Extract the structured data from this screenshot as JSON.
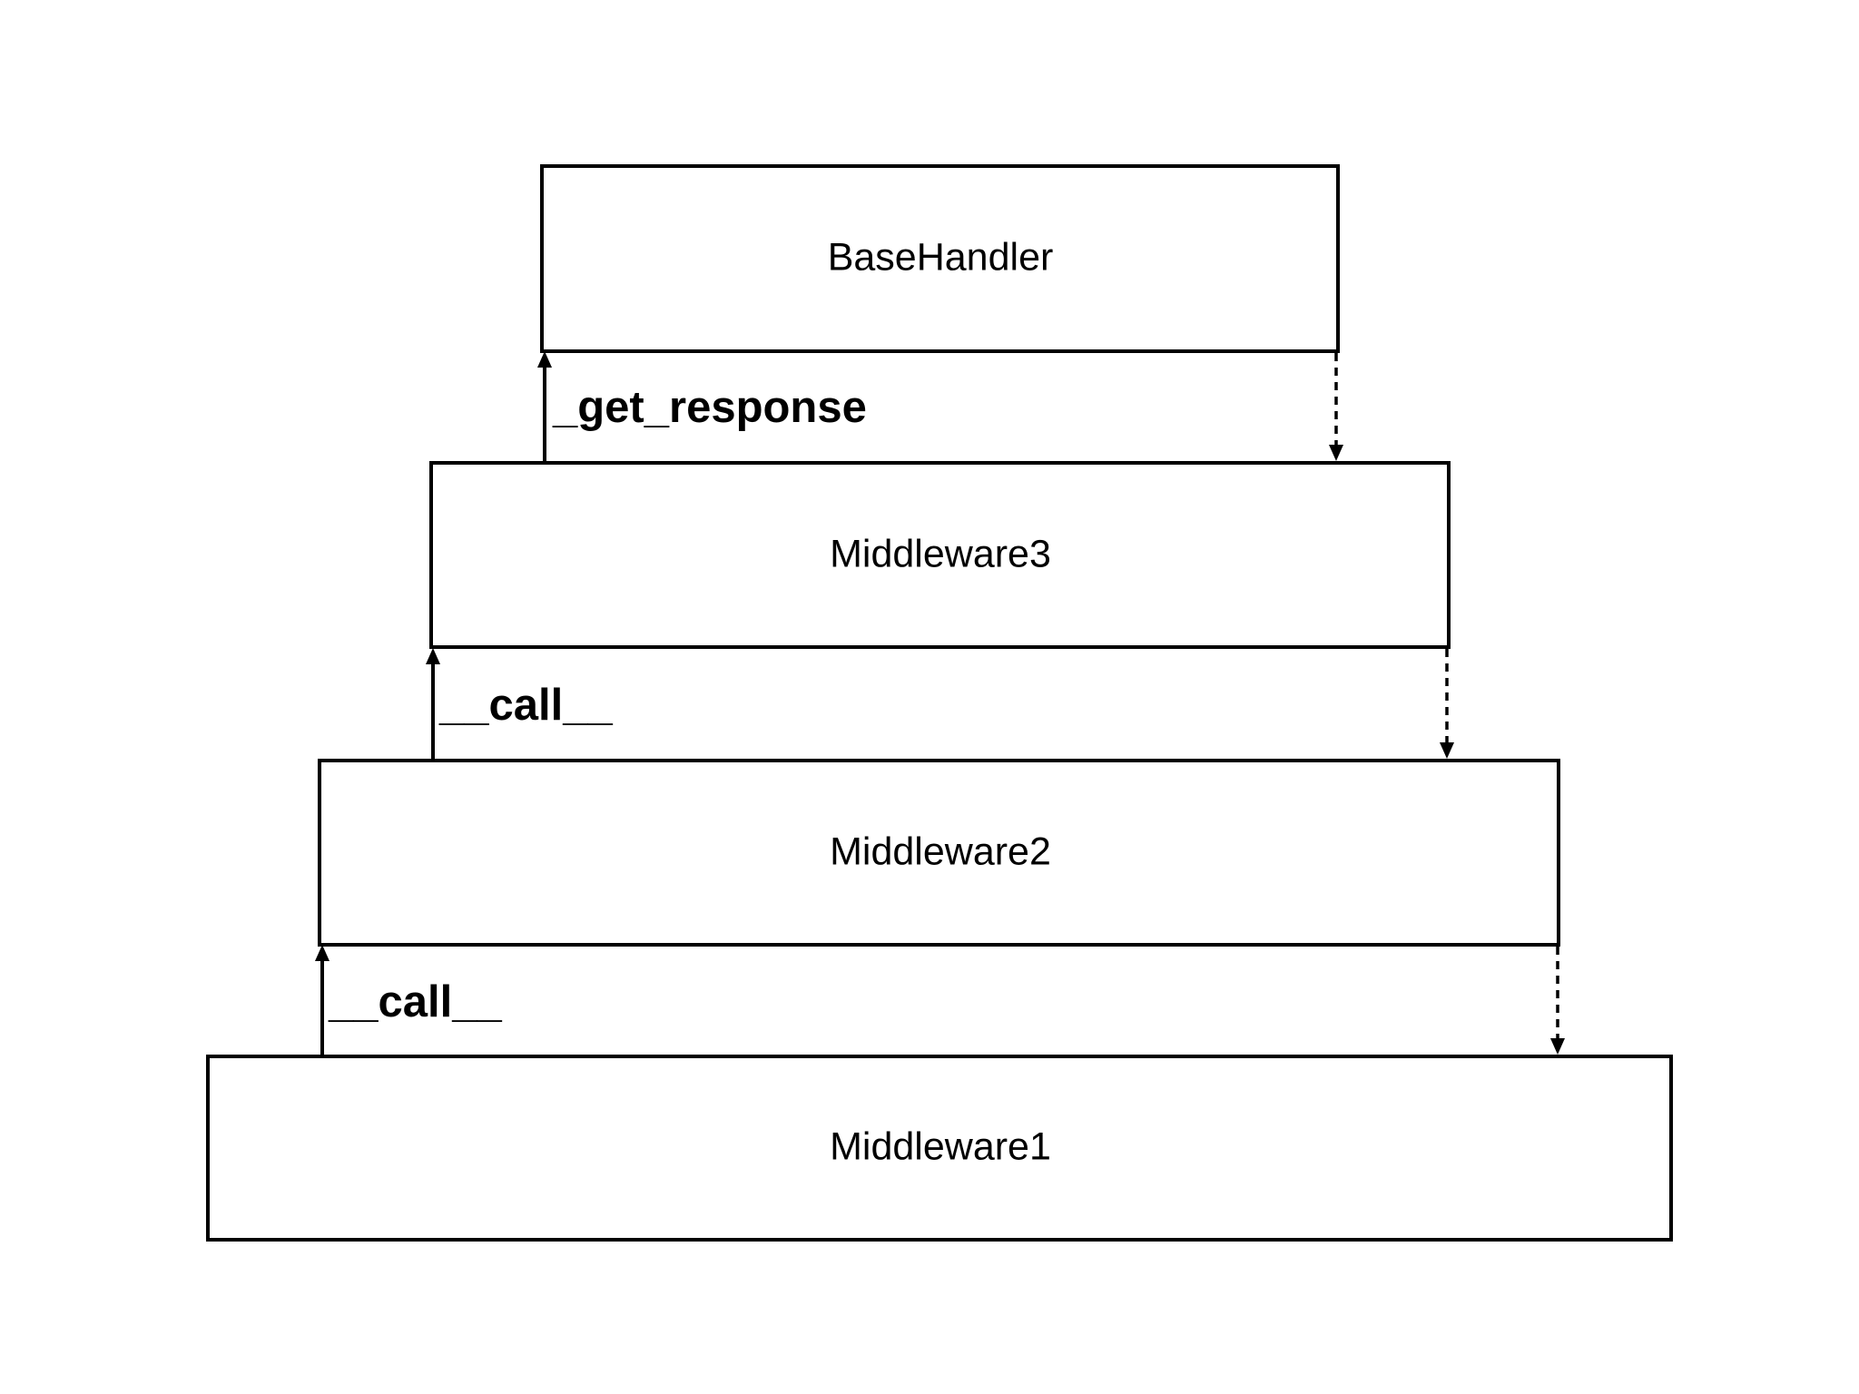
{
  "diagram": {
    "layers": [
      {
        "id": "base-handler",
        "label": "BaseHandler"
      },
      {
        "id": "middleware3",
        "label": "Middleware3"
      },
      {
        "id": "middleware2",
        "label": "Middleware2"
      },
      {
        "id": "middleware1",
        "label": "Middleware1"
      }
    ],
    "calls": [
      {
        "from": "middleware3",
        "to": "base-handler",
        "label": "_get_response"
      },
      {
        "from": "middleware2",
        "to": "middleware3",
        "label": "__call__"
      },
      {
        "from": "middleware1",
        "to": "middleware2",
        "label": "__call__"
      }
    ],
    "colors": {
      "stroke": "#000000",
      "background": "#ffffff"
    }
  }
}
